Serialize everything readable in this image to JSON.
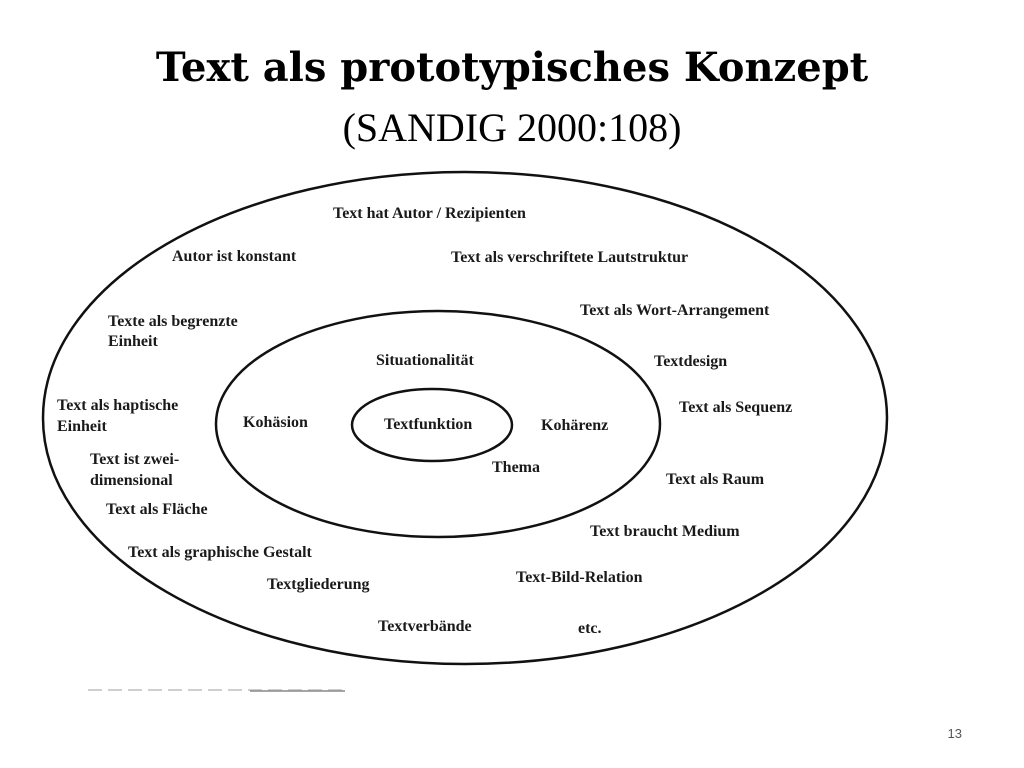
{
  "slide": {
    "title": "Text als prototypisches Konzept",
    "subtitle": "(SANDIG 2000:108)",
    "page_number": "13"
  },
  "diagram": {
    "core": {
      "label": "Textfunktion"
    },
    "middle_ring": [
      "Situationalität",
      "Kohäsion",
      "Kohärenz",
      "Thema"
    ],
    "outer_ring": [
      "Text hat Autor / Rezipienten",
      "Autor ist konstant",
      "Text als verschriftete Lautstruktur",
      "Texte als begrenzte Einheit",
      "Text als Wort-Arrangement",
      "Textdesign",
      "Text als haptische Einheit",
      "Text als Sequenz",
      "Text ist zwei-dimensional",
      "Text als Raum",
      "Text als Fläche",
      "Text braucht Medium",
      "Text als graphische Gestalt",
      "Text-Bild-Relation",
      "Textgliederung",
      "Textverbände",
      "etc."
    ]
  }
}
